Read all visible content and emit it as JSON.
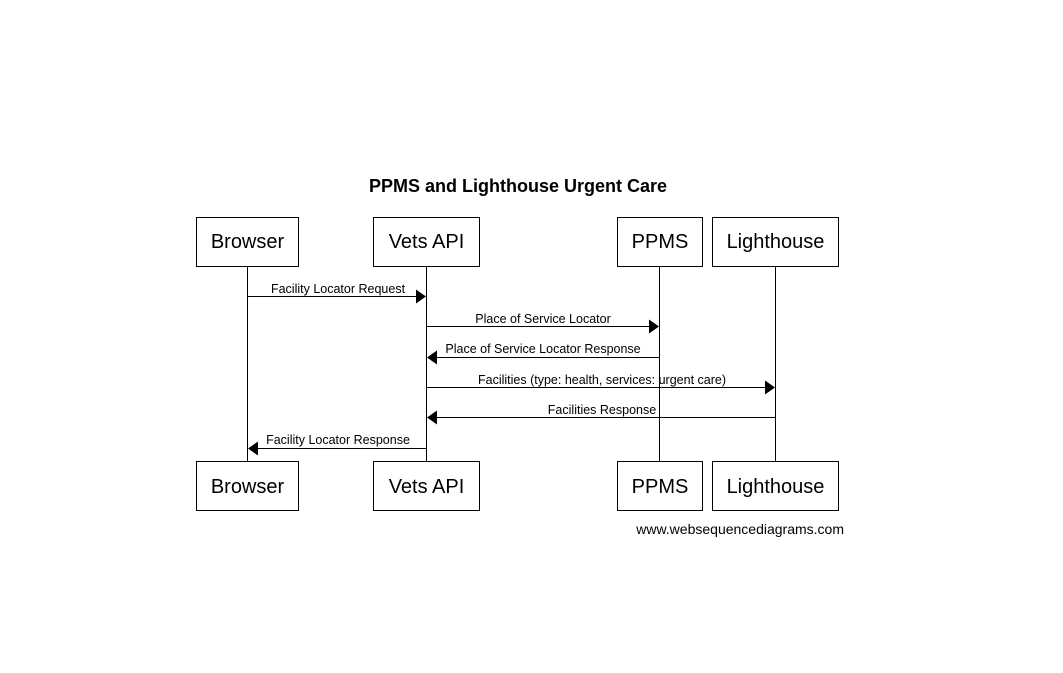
{
  "diagram": {
    "type": "sequence",
    "title": "PPMS and Lighthouse Urgent Care",
    "participants": [
      {
        "id": "browser",
        "label": "Browser"
      },
      {
        "id": "vets_api",
        "label": "Vets API"
      },
      {
        "id": "ppms",
        "label": "PPMS"
      },
      {
        "id": "lighthouse",
        "label": "Lighthouse"
      }
    ],
    "messages": [
      {
        "from": "browser",
        "to": "vets_api",
        "label": "Facility Locator Request"
      },
      {
        "from": "vets_api",
        "to": "ppms",
        "label": "Place of Service Locator"
      },
      {
        "from": "ppms",
        "to": "vets_api",
        "label": "Place of Service Locator Response"
      },
      {
        "from": "vets_api",
        "to": "lighthouse",
        "label": "Facilities (type: health, services: urgent care)"
      },
      {
        "from": "lighthouse",
        "to": "vets_api",
        "label": "Facilities Response"
      },
      {
        "from": "vets_api",
        "to": "browser",
        "label": "Facility Locator Response"
      }
    ],
    "footer": "www.websequencediagrams.com"
  }
}
